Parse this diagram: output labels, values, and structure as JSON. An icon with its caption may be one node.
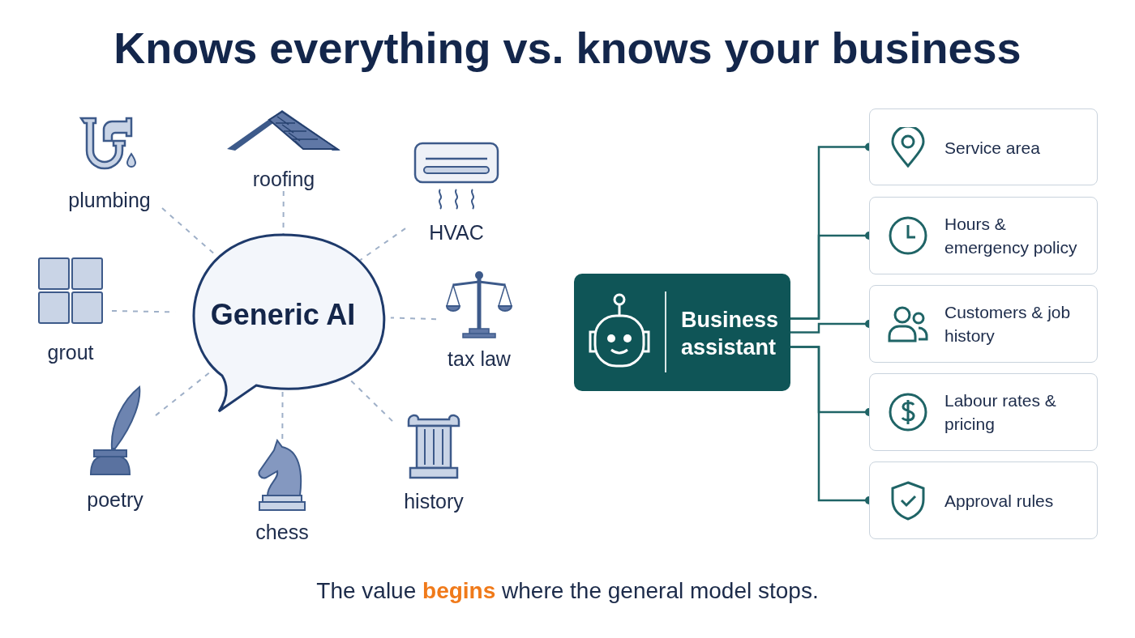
{
  "diagram": {
    "title": "Knows everything vs. knows your business",
    "caption": "The value **begins** where the general model stops.",
    "nodes": [
      {
        "text": [
          "plumbing"
        ]
      },
      {
        "text": [
          "roofing"
        ]
      },
      {
        "text": [
          "HVAC"
        ]
      },
      {
        "text": [
          "grout"
        ]
      },
      {
        "text": [
          "Generic AI"
        ]
      },
      {
        "text": [
          "tax law"
        ]
      },
      {
        "text": [
          "poetry"
        ]
      },
      {
        "text": [
          "history"
        ]
      },
      {
        "text": [
          "chess"
        ]
      },
      {
        "text": [
          "Business assistant"
        ]
      },
      {
        "text": [
          "Service area"
        ]
      },
      {
        "text": [
          "Hours & emergency policy"
        ]
      },
      {
        "text": [
          "Customers & job history"
        ]
      },
      {
        "text": [
          "Labour rates & pricing"
        ]
      },
      {
        "text": [
          "Approval rules"
        ]
      }
    ],
    "edges": [
      {
        "from": 0,
        "to": 4,
        "arrow": "none",
        "style": "dashed"
      },
      {
        "from": 1,
        "to": 4,
        "arrow": "none",
        "style": "dashed"
      },
      {
        "from": 2,
        "to": 4,
        "arrow": "none",
        "style": "dashed"
      },
      {
        "from": 3,
        "to": 4,
        "arrow": "none",
        "style": "dashed"
      },
      {
        "from": 5,
        "to": 4,
        "arrow": "none",
        "style": "dashed"
      },
      {
        "from": 6,
        "to": 4,
        "arrow": "none",
        "style": "dashed"
      },
      {
        "from": 7,
        "to": 4,
        "arrow": "none",
        "style": "dashed"
      },
      {
        "from": 8,
        "to": 4,
        "arrow": "none",
        "style": "dashed"
      },
      {
        "from": 9,
        "to": 10,
        "arrow": "other",
        "color": "#1f6466"
      },
      {
        "from": 9,
        "to": 11,
        "arrow": "other",
        "color": "#1f6466"
      },
      {
        "from": 9,
        "to": 12,
        "arrow": "other",
        "color": "#1f6466"
      },
      {
        "from": 9,
        "to": 13,
        "arrow": "other",
        "color": "#1f6466"
      },
      {
        "from": 9,
        "to": 14,
        "arrow": "other",
        "color": "#1f6466"
      }
    ]
  }
}
